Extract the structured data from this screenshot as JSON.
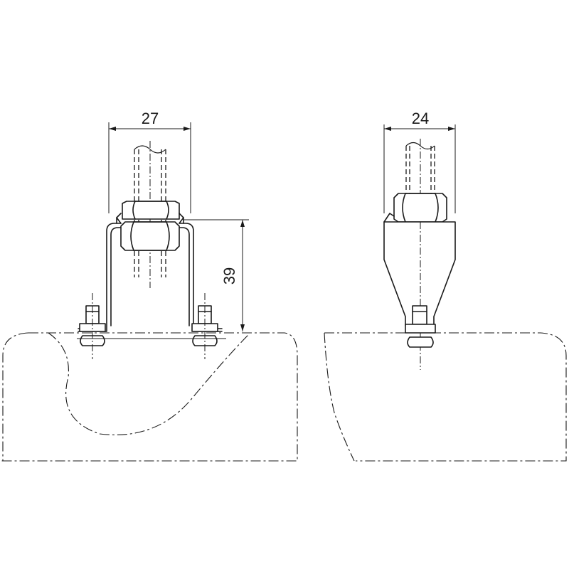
{
  "dimensions": {
    "left_width": "27",
    "left_height": "39",
    "right_width": "24"
  }
}
